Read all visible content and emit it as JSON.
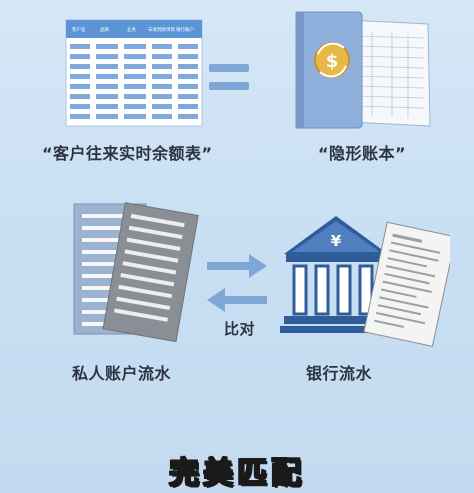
{
  "top_left": {
    "caption": "“客户往来实时余额表”",
    "table_headers": [
      "客户名",
      "品牌",
      "业务",
      "未收到款项目",
      "银行账户"
    ],
    "icon": "spreadsheet-icon"
  },
  "equals_icon": "equals-icon",
  "top_right": {
    "caption": "“隐形账本”",
    "icon": "ledger-book-icon",
    "symbol": "$"
  },
  "bottom_left": {
    "caption": "私人账户流水",
    "icon": "statement-pages-icon"
  },
  "compare": {
    "label": "比对",
    "icon": "swap-arrows-icon"
  },
  "bottom_right": {
    "caption": "银行流水",
    "icon": "bank-building-icon",
    "symbol": "¥"
  },
  "footer": {
    "title": "完美匹配"
  },
  "colors": {
    "background": "#cfe3f5",
    "table_header": "#5b95d6",
    "book_cover": "#8fb0dc",
    "bank_blue": "#2f5d9a",
    "arrow": "#7fa7d6",
    "title_fill": "#fff34a"
  }
}
